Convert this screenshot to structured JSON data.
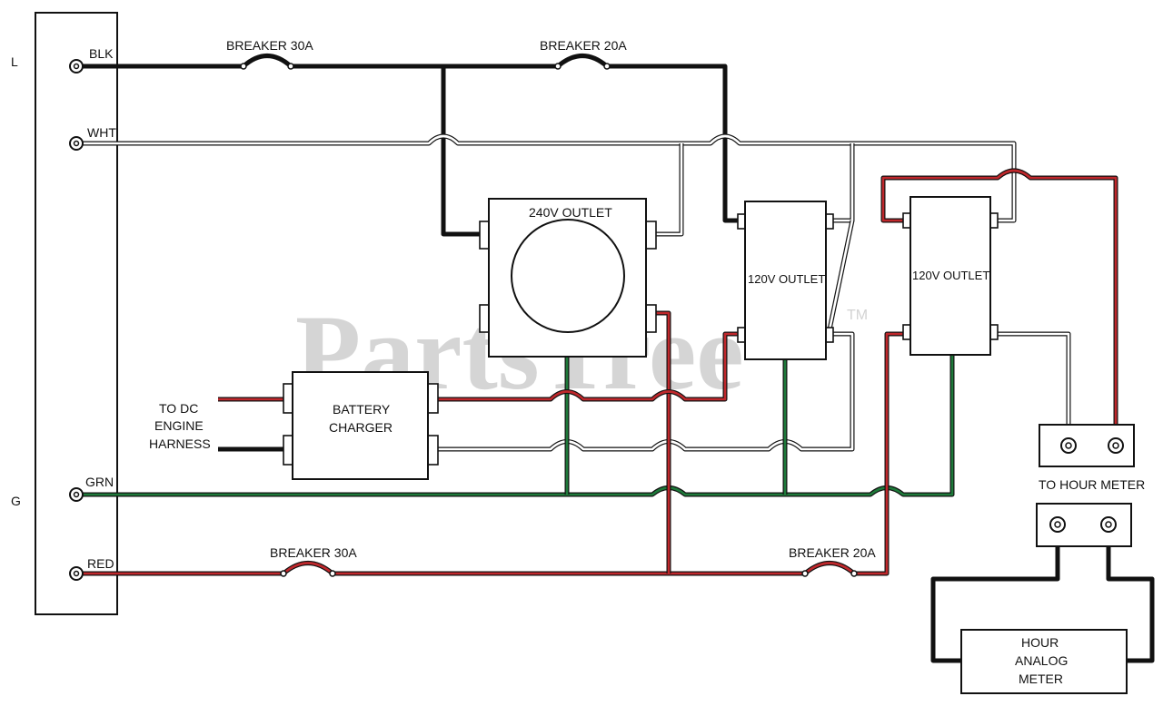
{
  "watermark": {
    "text": "PartsTree",
    "trademark": "TM"
  },
  "panel": {
    "side_labels": {
      "line": "L",
      "ground": "G"
    }
  },
  "terminals": {
    "blk": "BLK",
    "wht": "WHT",
    "grn": "GRN",
    "red": "RED"
  },
  "breakers": {
    "blk_30": "BREAKER 30A",
    "blk_20": "BREAKER 20A",
    "red_30": "BREAKER 30A",
    "red_20": "BREAKER 20A"
  },
  "components": {
    "outlet_240": "240V OUTLET",
    "outlet_120_a": "120V OUTLET",
    "outlet_120_b": "120V OUTLET",
    "battery_charger": [
      "BATTERY",
      "CHARGER"
    ],
    "dc_harness": [
      "TO DC",
      "ENGINE",
      "HARNESS"
    ],
    "hour_meter_terminal": "TO HOUR METER",
    "hour_meter": [
      "HOUR",
      "ANALOG",
      "METER"
    ]
  },
  "colors": {
    "red_wire": "#c0282c",
    "green_wire": "#1e7a3a",
    "black_wire": "#111111",
    "white_wire": "#ffffff"
  }
}
